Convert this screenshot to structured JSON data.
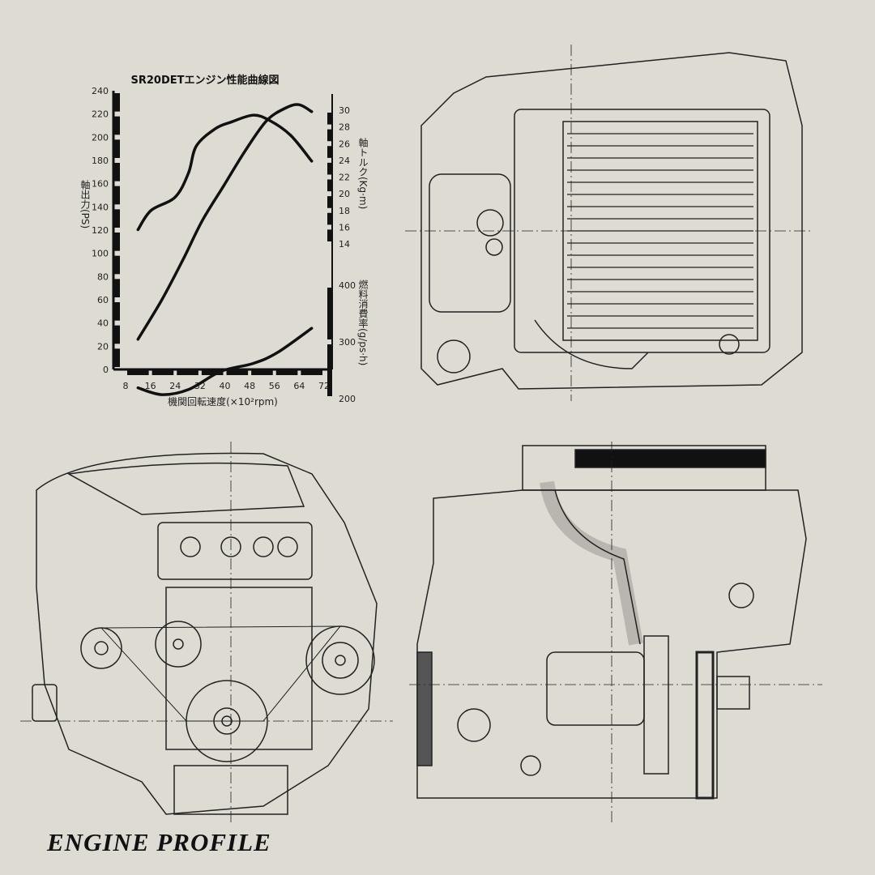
{
  "page": {
    "heading": "ENGINE PROFILE",
    "background_color": "#dedbd3",
    "ink_color": "#111111"
  },
  "chart_data": {
    "type": "line",
    "title": "SR20DETエンジン性能曲線図",
    "xlabel": "機関回転速度(×10²rpm)",
    "ylabel_left": "軸出力(PS)",
    "ylabel_right_upper": "軸トルク(Kg·m)",
    "ylabel_right_lower": "燃料消費率(g/ps·h)",
    "xlim": [
      4,
      74
    ],
    "x_ticks": [
      8,
      16,
      24,
      32,
      40,
      48,
      56,
      64,
      72
    ],
    "ylim_left": [
      0,
      240
    ],
    "y_ticks_left": [
      0,
      20,
      40,
      60,
      80,
      100,
      120,
      140,
      160,
      180,
      200,
      220,
      240
    ],
    "y_ticks_right_torque": [
      14,
      16,
      18,
      20,
      22,
      24,
      26,
      28,
      30
    ],
    "y_ticks_right_fuel": [
      200,
      300,
      400
    ],
    "grid": false,
    "series": [
      {
        "axis": "left",
        "x": [
          12,
          19.7,
          26.6,
          32.7,
          39.6,
          46.5,
          53.4,
          59.5,
          63.9,
          68
        ],
        "y": [
          26,
          60,
          95,
          128,
          158,
          188,
          214,
          225,
          228,
          222
        ]
      },
      {
        "axis": "torque",
        "x": [
          12,
          16.2,
          24,
          28.3,
          30.8,
          37,
          42.2,
          49.1,
          54.3,
          61.2,
          68
        ],
        "y": [
          15.7,
          18,
          19.6,
          22.5,
          25.7,
          27.8,
          28.6,
          29.4,
          28.8,
          27,
          23.9
        ]
      },
      {
        "axis": "fuel",
        "x": [
          12,
          19.7,
          28.3,
          38.7,
          49.1,
          56.9,
          68
        ],
        "y": [
          219,
          207,
          216,
          248,
          262,
          281,
          324
        ]
      }
    ]
  },
  "drawings": {
    "top_right": "engine-side-view-intercooler",
    "bottom_left": "engine-front-view",
    "bottom_right": "engine-side-view-turbo"
  }
}
